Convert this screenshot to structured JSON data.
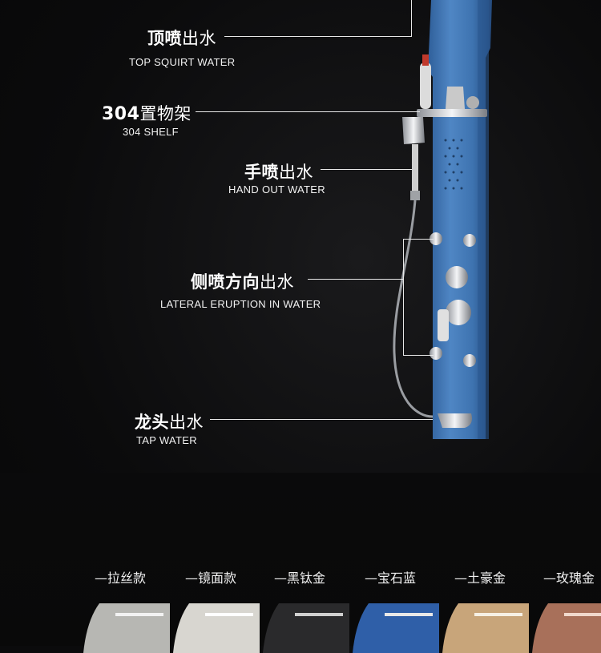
{
  "callouts": [
    {
      "cn_bold": "顶喷",
      "cn_rest": "出水",
      "en": "TOP SQUIRT WATER"
    },
    {
      "cn_bold": "304",
      "cn_rest": "置物架",
      "en": "304 SHELF"
    },
    {
      "cn_bold": "手喷",
      "cn_rest": "出水",
      "en": "HAND OUT WATER"
    },
    {
      "cn_bold": "侧喷方向",
      "cn_rest": "出水",
      "en": "LATERAL ERUPTION IN WATER"
    },
    {
      "cn_bold": "龙头",
      "cn_rest": "出水",
      "en": "TAP WATER"
    }
  ],
  "finishes": [
    {
      "label": "—拉丝款",
      "color": "#b7b7b3"
    },
    {
      "label": "—镜面款",
      "color": "#d8d6d0"
    },
    {
      "label": "—黑钛金",
      "color": "#2a2a2c"
    },
    {
      "label": "—宝石蓝",
      "color": "#2f5fa8"
    },
    {
      "label": "—土豪金",
      "color": "#c8a57a"
    },
    {
      "label": "—玫瑰金",
      "color": "#a8705a"
    }
  ],
  "panel_color": "#3f74b6"
}
